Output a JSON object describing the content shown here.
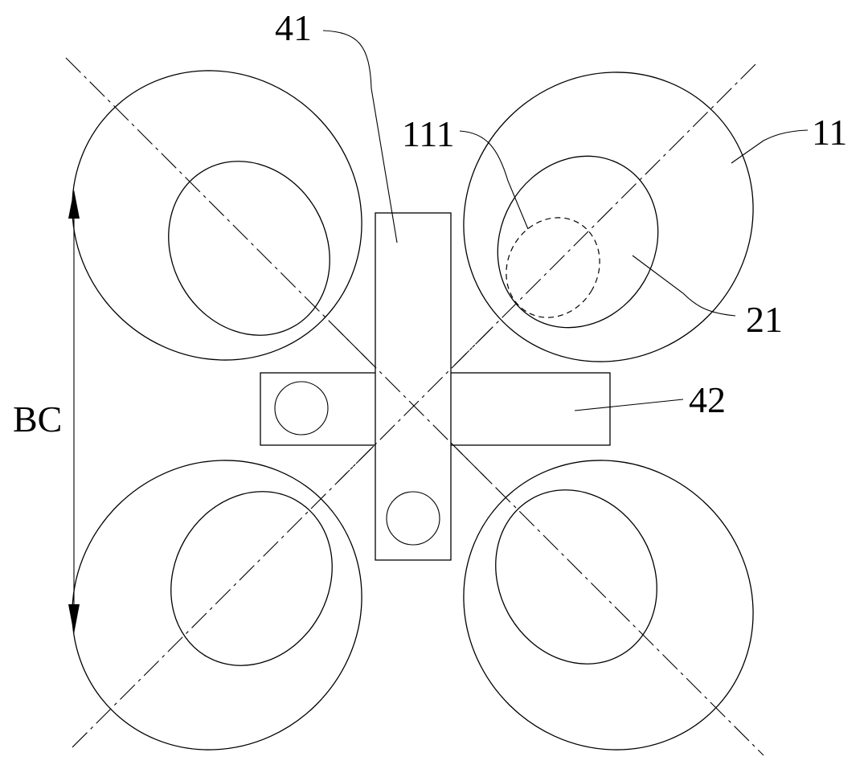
{
  "labels": {
    "part_41": "41",
    "part_111": "111",
    "part_11": "11",
    "part_21": "21",
    "part_42": "42",
    "dimension_bc": "BC"
  }
}
